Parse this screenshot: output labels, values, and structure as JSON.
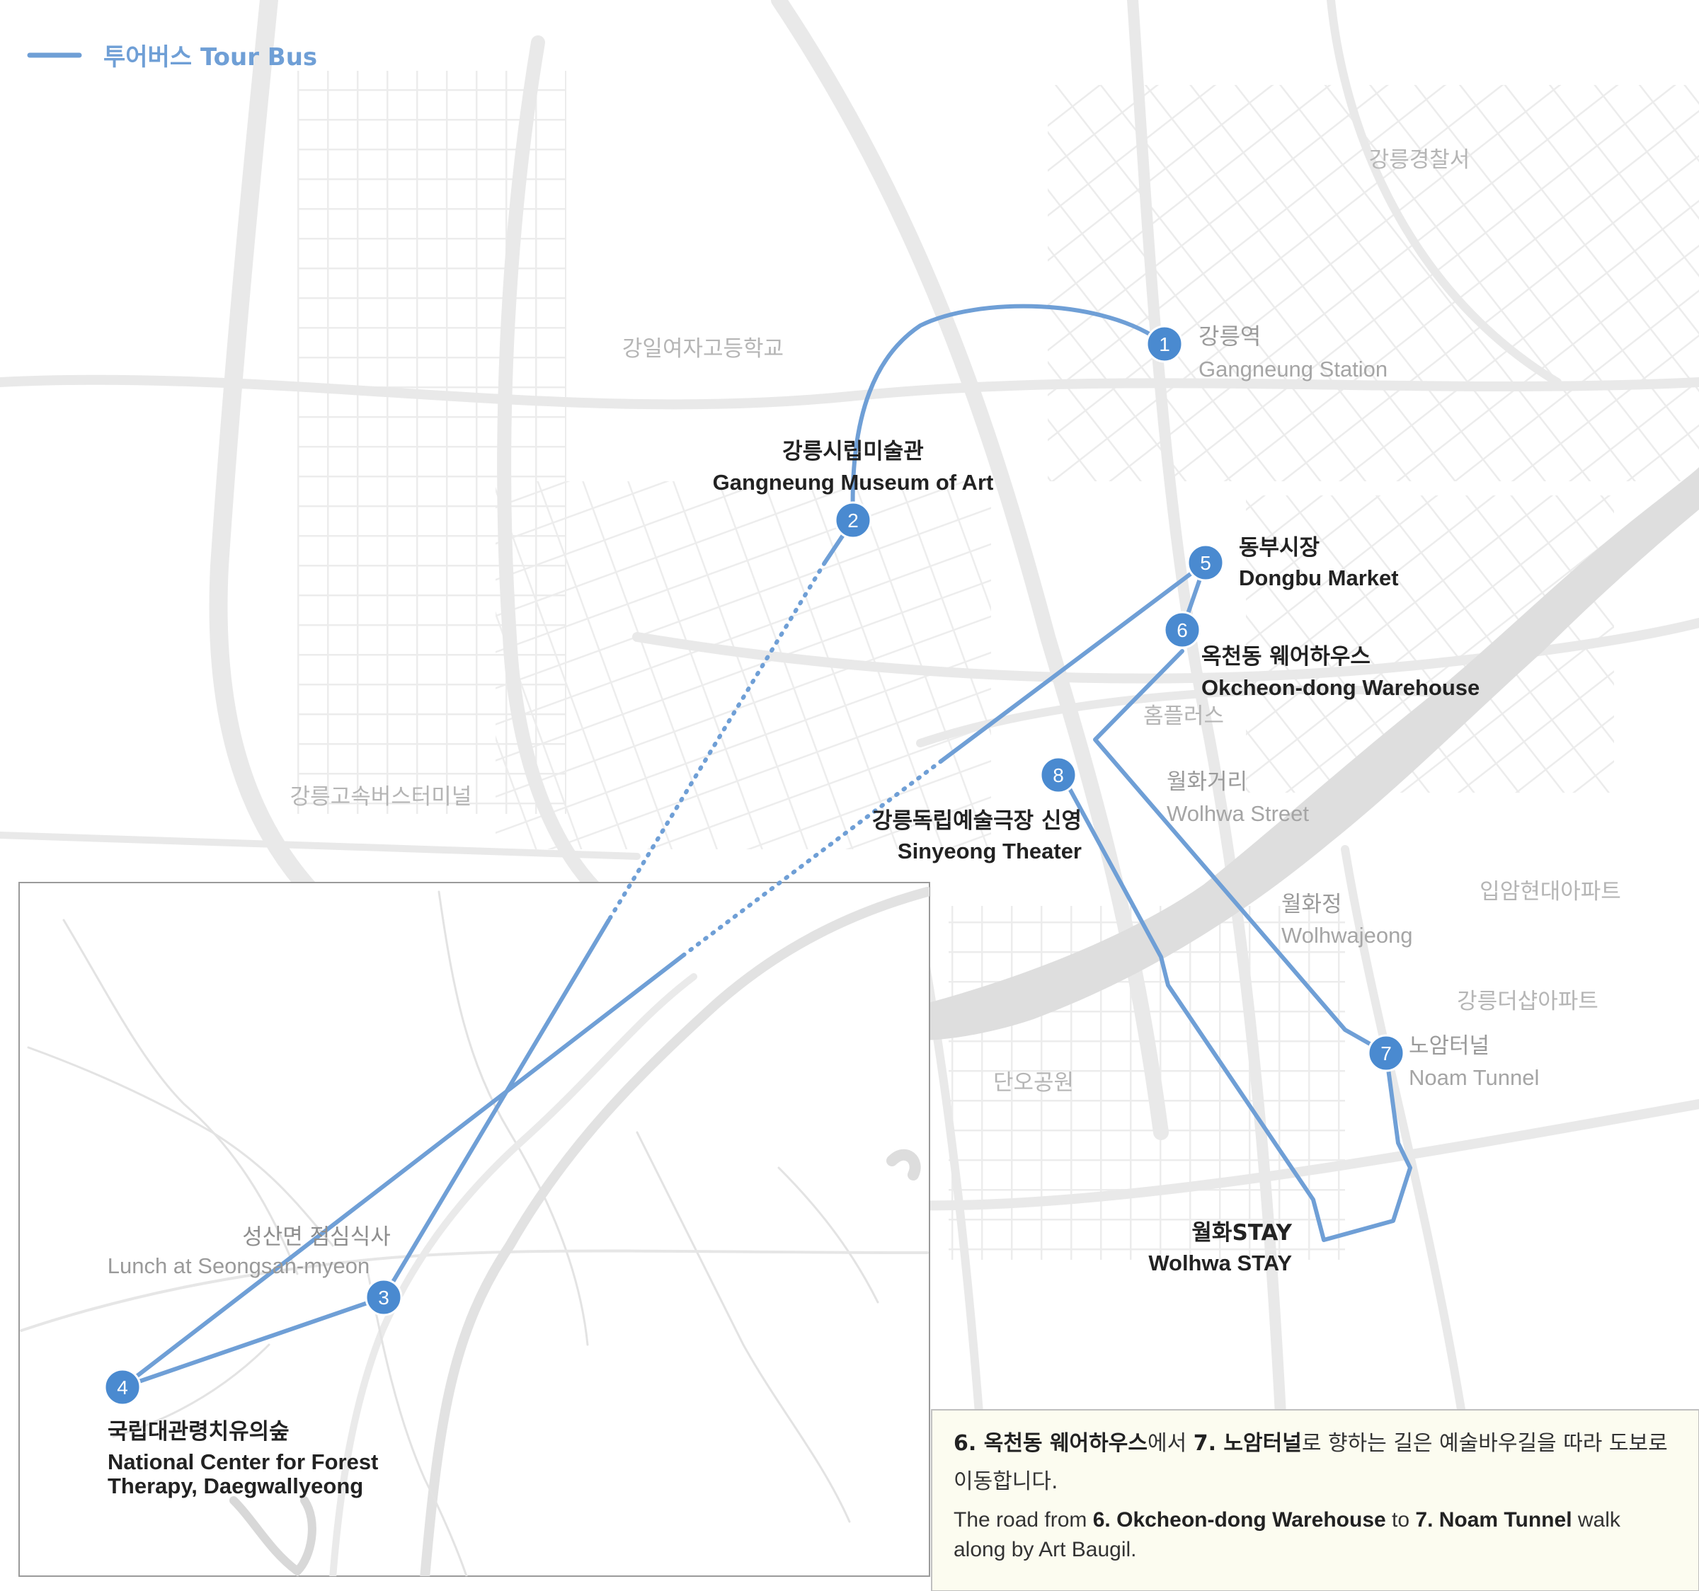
{
  "legend": {
    "label": "투어버스 Tour Bus",
    "color": "#6f9fd6"
  },
  "colors": {
    "route": "#6f9fd6",
    "marker": "#4a8ad0",
    "road": "#e6e6e6",
    "road_major": "#ebebeb",
    "river": "#dadada",
    "inset_border": "#9a9a9a",
    "note_bg": "#fcfcf0"
  },
  "stops": [
    {
      "num": "1",
      "ko": "강릉역",
      "en": "Gangneung Station"
    },
    {
      "num": "2",
      "ko": "강릉시립미술관",
      "en": "Gangneung Museum of Art"
    },
    {
      "num": "3",
      "ko": "성산면 점심식사",
      "en": "Lunch at Seongsan-myeon"
    },
    {
      "num": "4",
      "ko": "국립대관령치유의숲",
      "en": "National Center for Forest",
      "en2": "Therapy, Daegwallyeong"
    },
    {
      "num": "5",
      "ko": "동부시장",
      "en": "Dongbu Market"
    },
    {
      "num": "6",
      "ko": "옥천동 웨어하우스",
      "en": "Okcheon-dong Warehouse"
    },
    {
      "num": "7",
      "ko": "노암터널",
      "en": "Noam Tunnel"
    },
    {
      "num": "8",
      "ko": "강릉독립예술극장 신영",
      "en": "Sinyeong Theater"
    }
  ],
  "endpoint": {
    "ko": "월화STAY",
    "en": "Wolhwa STAY"
  },
  "places": [
    {
      "ko": "강릉경찰서"
    },
    {
      "ko": "강일여자고등학교"
    },
    {
      "ko": "강릉고속버스터미널"
    },
    {
      "ko": "홈플러스"
    },
    {
      "ko": "월화거리",
      "en": "Wolhwa Street"
    },
    {
      "ko": "월화정",
      "en": "Wolhwajeong"
    },
    {
      "ko": "입암현대아파트"
    },
    {
      "ko": "강릉더샵아파트"
    },
    {
      "ko": "단오공원"
    }
  ],
  "note": {
    "ko_p1": "6. 옥천동 웨어하우스",
    "ko_p2": "에서 ",
    "ko_p3": "7. 노암터널",
    "ko_p4": "로 향하는 길은 예술바우길을 따라 도보로",
    "ko_p5": "이동합니다.",
    "en_p1": "The road from ",
    "en_p2": "6. Okcheon-dong Warehouse",
    "en_p3": " to ",
    "en_p4": "7. Noam Tunnel",
    "en_p5": " walk",
    "en_p6": "along by Art Baugil."
  }
}
